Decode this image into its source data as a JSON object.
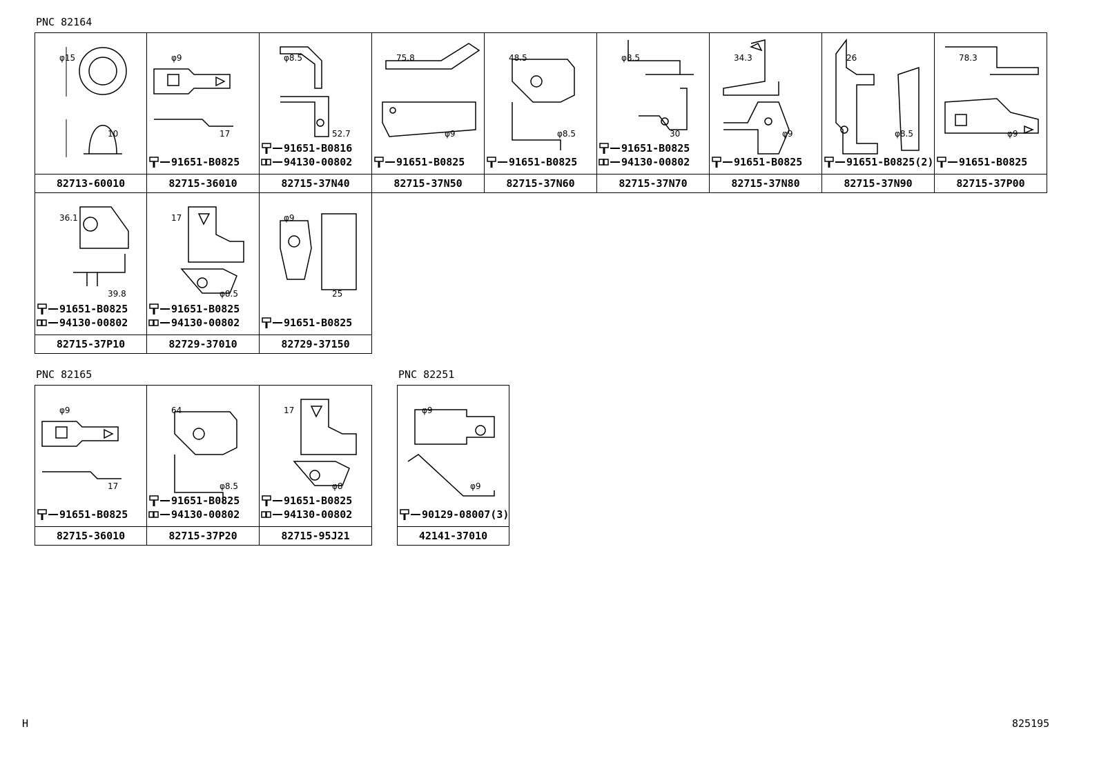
{
  "sections": [
    {
      "pnc": "PNC 82164",
      "rows": [
        [
          {
            "label": "82713-60010",
            "parts": [],
            "dims": [
              "φ15",
              "10"
            ],
            "shape": "ring"
          },
          {
            "label": "82715-36010",
            "parts": [
              {
                "icon": "bolt",
                "pn": "91651-B0825"
              }
            ],
            "dims": [
              "φ9",
              "17"
            ],
            "shape": "strap"
          },
          {
            "label": "82715-37N40",
            "parts": [
              {
                "icon": "bolt",
                "pn": "91651-B0816"
              },
              {
                "icon": "nut",
                "pn": "94130-00802"
              }
            ],
            "dims": [
              "φ8.5",
              "52.7"
            ],
            "shape": "hook"
          },
          {
            "label": "82715-37N50",
            "parts": [
              {
                "icon": "bolt",
                "pn": "91651-B0825"
              }
            ],
            "dims": [
              "75.8",
              "φ9"
            ],
            "shape": "long"
          },
          {
            "label": "82715-37N60",
            "parts": [
              {
                "icon": "bolt",
                "pn": "91651-B0825"
              }
            ],
            "dims": [
              "48.5",
              "φ8.5"
            ],
            "shape": "plate"
          },
          {
            "label": "82715-37N70",
            "parts": [
              {
                "icon": "bolt",
                "pn": "91651-B0825"
              },
              {
                "icon": "nut",
                "pn": "94130-00802"
              }
            ],
            "dims": [
              "φ8.5",
              "30"
            ],
            "shape": "zbracket"
          },
          {
            "label": "82715-37N80",
            "parts": [
              {
                "icon": "bolt",
                "pn": "91651-B0825"
              }
            ],
            "dims": [
              "34.3",
              "φ9"
            ],
            "shape": "tower"
          },
          {
            "label": "82715-37N90",
            "parts": [
              {
                "icon": "bolt",
                "pn": "91651-B0825(2)"
              }
            ],
            "dims": [
              "26",
              "φ8.5"
            ],
            "shape": "frame"
          },
          {
            "label": "82715-37P00",
            "parts": [
              {
                "icon": "bolt",
                "pn": "91651-B0825"
              }
            ],
            "dims": [
              "78.3",
              "φ9"
            ],
            "shape": "wide"
          }
        ],
        [
          {
            "label": "82715-37P10",
            "parts": [
              {
                "icon": "bolt",
                "pn": "91651-B0825"
              },
              {
                "icon": "nut",
                "pn": "94130-00802"
              }
            ],
            "dims": [
              "36.1",
              "39.8"
            ],
            "shape": "lbracket"
          },
          {
            "label": "82729-37010",
            "parts": [
              {
                "icon": "bolt",
                "pn": "91651-B0825"
              },
              {
                "icon": "nut",
                "pn": "94130-00802"
              }
            ],
            "dims": [
              "17",
              "φ8.5"
            ],
            "shape": "tab"
          },
          {
            "label": "82729-37150",
            "parts": [
              {
                "icon": "bolt",
                "pn": "91651-B0825"
              }
            ],
            "dims": [
              "φ9",
              "25"
            ],
            "shape": "clip"
          }
        ]
      ]
    },
    {
      "pnc": "PNC 82165",
      "rows": [
        [
          {
            "label": "82715-36010",
            "parts": [
              {
                "icon": "bolt",
                "pn": "91651-B0825"
              }
            ],
            "dims": [
              "φ9",
              "17"
            ],
            "shape": "strap"
          },
          {
            "label": "82715-37P20",
            "parts": [
              {
                "icon": "bolt",
                "pn": "91651-B0825"
              },
              {
                "icon": "nut",
                "pn": "94130-00802"
              }
            ],
            "dims": [
              "64",
              "φ8.5"
            ],
            "shape": "plate"
          },
          {
            "label": "82715-95J21",
            "parts": [
              {
                "icon": "bolt",
                "pn": "91651-B0825"
              },
              {
                "icon": "nut",
                "pn": "94130-00802"
              }
            ],
            "dims": [
              "17",
              "φ8"
            ],
            "shape": "tab"
          }
        ]
      ]
    },
    {
      "pnc": "PNC 82251",
      "rows": [
        [
          {
            "label": "42141-37010",
            "parts": [
              {
                "icon": "bolt",
                "pn": "90129-08007(3)"
              }
            ],
            "dims": [
              "φ9",
              "φ9"
            ],
            "shape": "angle"
          }
        ]
      ]
    }
  ],
  "footer": {
    "left": "H",
    "right": "825195"
  }
}
